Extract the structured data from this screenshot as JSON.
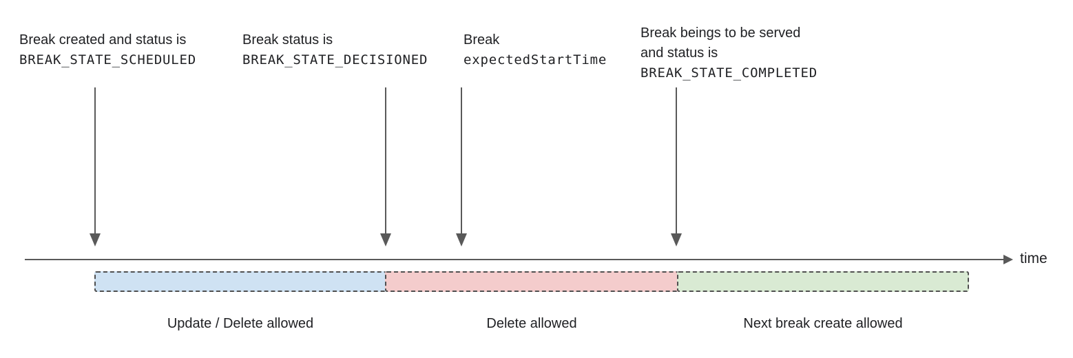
{
  "annotations": [
    {
      "id": "scheduled",
      "lines": [
        "Break created and status is",
        "BREAK_STATE_SCHEDULED"
      ]
    },
    {
      "id": "decisioned",
      "lines": [
        "Break status is",
        "BREAK_STATE_DECISIONED"
      ]
    },
    {
      "id": "expected-start",
      "lines": [
        "Break",
        "expectedStartTime"
      ]
    },
    {
      "id": "completed",
      "lines": [
        "Break beings to be served",
        "and status is",
        "BREAK_STATE_COMPLETED"
      ]
    }
  ],
  "axis": {
    "label": "time"
  },
  "segments": [
    {
      "label": "Update / Delete allowed",
      "fill": "#cfe2f3"
    },
    {
      "label": "Delete allowed",
      "fill": "#f4cccc"
    },
    {
      "label": "Next break create allowed",
      "fill": "#d9ead3"
    }
  ],
  "colors": {
    "text": "#202124",
    "line": "#595959",
    "segment_border": "#4f4f4f"
  }
}
